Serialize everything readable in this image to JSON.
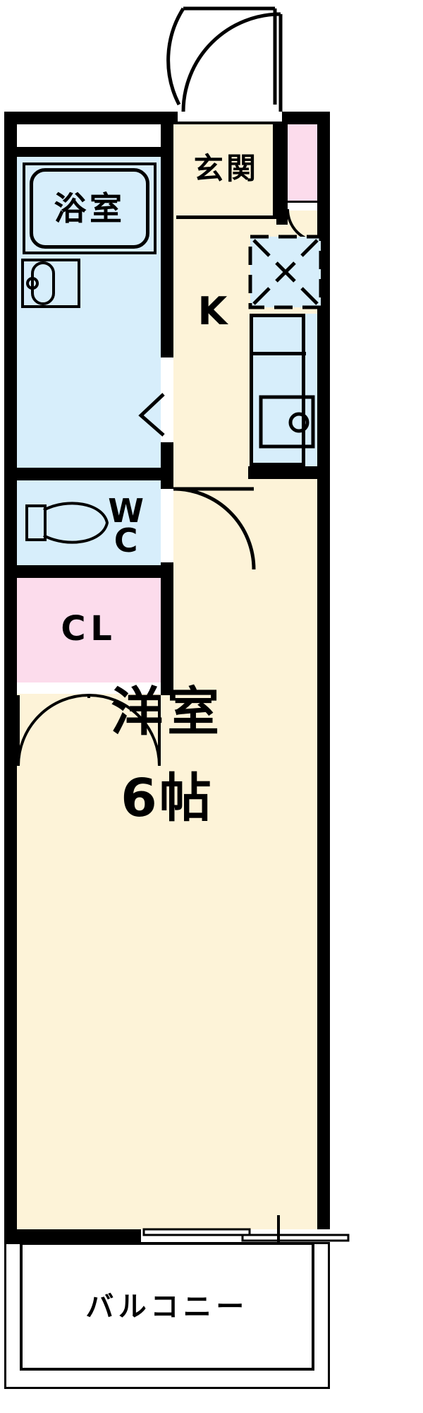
{
  "plan": {
    "type": "japanese-apartment-floor-plan",
    "layout_code": "1K",
    "rooms": [
      {
        "id": "bathroom",
        "label": "浴室",
        "meaning": "bathroom",
        "fill": "#d7eefb"
      },
      {
        "id": "genkan",
        "label": "玄関",
        "meaning": "entrance hall",
        "fill": "#fdf3d8"
      },
      {
        "id": "kitchen",
        "label": "K",
        "meaning": "kitchen",
        "fill": "#fdf3d8"
      },
      {
        "id": "toilet",
        "label": "WC",
        "meaning": "water closet / toilet",
        "fill": "#d7eefb"
      },
      {
        "id": "closet",
        "label": "CL",
        "meaning": "closet",
        "fill": "#fcdcec"
      },
      {
        "id": "main_room",
        "label": "洋室",
        "size_label": "6帖",
        "meaning": "western-style room 6 tatami",
        "fill": "#fdf3d8"
      },
      {
        "id": "balcony",
        "label": "バルコニー",
        "meaning": "balcony",
        "fill": "#ffffff"
      },
      {
        "id": "shoe_closet",
        "label": "",
        "meaning": "shoe cupboard (getabako)",
        "fill": "#fcdcec"
      }
    ],
    "labels": {
      "bathroom": "浴室",
      "genkan": "玄関",
      "kitchen": "K",
      "toilet_w": "W",
      "toilet_c": "C",
      "closet": "CL",
      "main_room": "洋室",
      "main_room_size": "6帖",
      "balcony": "バルコニー"
    },
    "colors": {
      "wall": "#000000",
      "water_area": "#d7eefb",
      "living_area": "#fdf3d8",
      "storage_area": "#fcdcec",
      "outdoor_area": "#ffffff",
      "background": "#ffffff"
    },
    "fixtures": [
      {
        "id": "bathtub",
        "room": "bathroom",
        "shape": "rounded-rectangle"
      },
      {
        "id": "vanity-basin",
        "room": "bathroom",
        "shape": "rectangle-with-oval-basin"
      },
      {
        "id": "toilet-bowl",
        "room": "toilet",
        "shape": "teardrop-with-tank"
      },
      {
        "id": "washing-machine-pan",
        "room": "kitchen",
        "shape": "dashed-square-with-x"
      },
      {
        "id": "kitchen-sink",
        "room": "kitchen",
        "shape": "counter-with-basin-and-faucet"
      }
    ],
    "openings": [
      {
        "id": "entrance-door",
        "type": "hinged-door",
        "swing": "quarter-arc",
        "location": "top"
      },
      {
        "id": "bathroom-door",
        "type": "folding-door",
        "location": "bathroom-east-wall"
      },
      {
        "id": "toilet-door",
        "type": "hinged-door",
        "swing": "quarter-arc",
        "location": "toilet-east-wall"
      },
      {
        "id": "shoe-closet-door",
        "type": "hinged-door",
        "swing": "quarter-arc",
        "location": "genkan-east"
      },
      {
        "id": "closet-doors",
        "type": "double-hinged-doors",
        "swing": "two-arcs",
        "location": "closet-south"
      },
      {
        "id": "balcony-window",
        "type": "sliding-glass-door",
        "location": "main-room-south"
      },
      {
        "id": "bathroom-window",
        "type": "window",
        "location": "bathroom-north-wall"
      }
    ]
  }
}
